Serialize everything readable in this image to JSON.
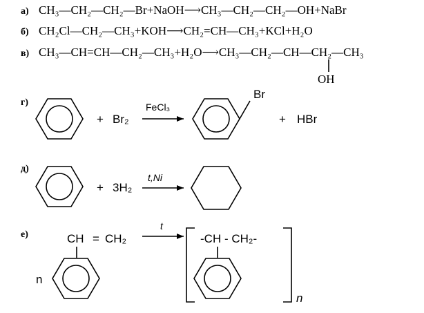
{
  "reactions": {
    "a": {
      "label": "а)",
      "equation": "CH₃—CH₂—CH₂—Br+NaOH⟶CH₃—CH₂—CH₂—OH+NaBr"
    },
    "b": {
      "label": "б)",
      "equation": "CH₂Cl—CH₂—CH₃+KOH⟶CH₂=CH—CH₃+KCl+H₂O"
    },
    "v": {
      "label": "в)",
      "equation": "CH₃—CH=CH—CH₂—CH₃+H₂O⟶CH₃—CH₂—CH—CH₂—CH₃",
      "substituent": "OH"
    },
    "g": {
      "label": "г)",
      "plus1": "+",
      "reagent": "Br₂",
      "condition": "FeCl₃",
      "product_sub": "Br",
      "plus2": "+",
      "byproduct": "HBr"
    },
    "d": {
      "label": "д)",
      "plus": "+",
      "reagent": "3H₂",
      "condition": "t,Ni"
    },
    "e": {
      "label": "е)",
      "monomer_ch": "CH",
      "monomer_eq": "=",
      "monomer_ch2": "CH₂",
      "multiplier": "n",
      "condition": "t",
      "polymer_unit": "-CH - CH₂-",
      "subscript_n": "n"
    }
  }
}
